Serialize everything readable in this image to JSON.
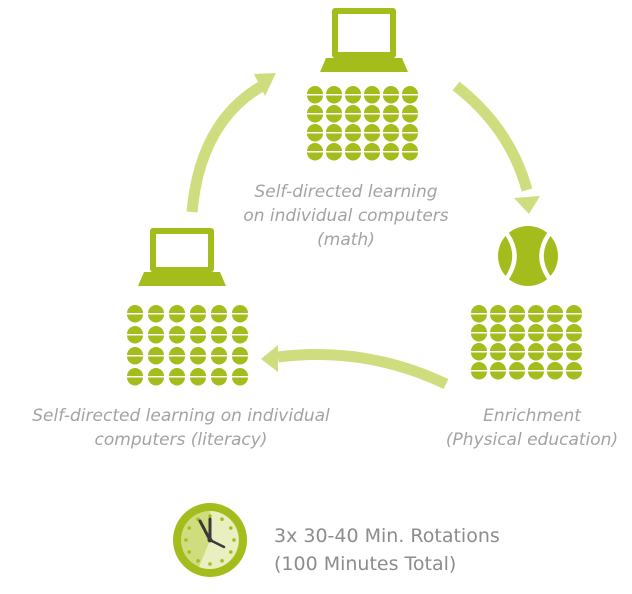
{
  "stations": [
    {
      "id": "math",
      "icon": "laptop-icon",
      "lines": [
        "Self-directed learning",
        "on individual computers",
        "(math)"
      ]
    },
    {
      "id": "enrichment",
      "icon": "tennis-ball-icon",
      "lines": [
        "Enrichment",
        "(Physical education)"
      ]
    },
    {
      "id": "literacy",
      "icon": "laptop-icon",
      "lines": [
        "Self-directed learning on individual",
        "computers (literacy)"
      ]
    }
  ],
  "summary": {
    "line1": "3x 30-40 Min. Rotations",
    "line2": "(100 Minutes Total)"
  },
  "colors": {
    "primary": "#a4bd1c",
    "primary_light": "#cfdd7e",
    "label": "#a3a3a3",
    "summary": "#8c8c8c"
  }
}
